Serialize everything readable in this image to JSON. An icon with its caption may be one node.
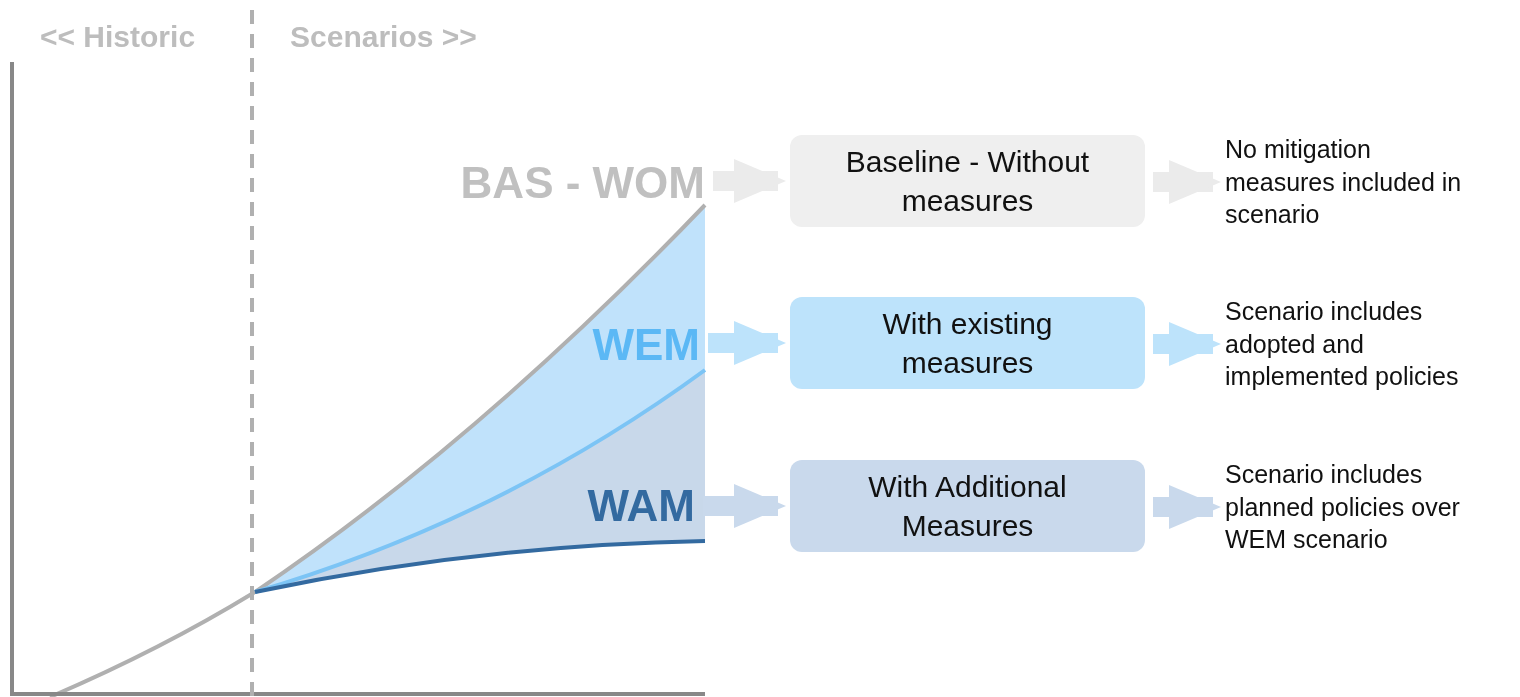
{
  "diagram": {
    "nodes": [
      {
        "text": [
          "BAS - WOM"
        ]
      },
      {
        "text": [
          "Baseline - Without measures"
        ]
      },
      {
        "text": [
          "No mitigation measures included in scenario"
        ]
      },
      {
        "text": [
          "WEM"
        ]
      },
      {
        "text": [
          "With existing measures"
        ]
      },
      {
        "text": [
          "Scenario includes adopted and implemented policies"
        ]
      },
      {
        "text": [
          "WAM"
        ]
      },
      {
        "text": [
          "With Additional Measures"
        ]
      },
      {
        "text": [
          "Scenario includes planned policies over WEM scenario"
        ]
      }
    ],
    "edges": [
      {
        "from": 0,
        "to": 1,
        "arrow": "to",
        "color": "#ebebeb"
      },
      {
        "from": 1,
        "to": 2,
        "arrow": "to",
        "color": "#ebebeb"
      },
      {
        "from": 3,
        "to": 4,
        "arrow": "to",
        "color": "#bde3fb"
      },
      {
        "from": 4,
        "to": 5,
        "arrow": "to",
        "color": "#bde3fb"
      },
      {
        "from": 6,
        "to": 7,
        "arrow": "to",
        "color": "#c9d9ec"
      },
      {
        "from": 7,
        "to": 8,
        "arrow": "to",
        "color": "#c9d9ec"
      }
    ],
    "labels": [
      "<< Historic",
      "Scenarios >>"
    ]
  }
}
